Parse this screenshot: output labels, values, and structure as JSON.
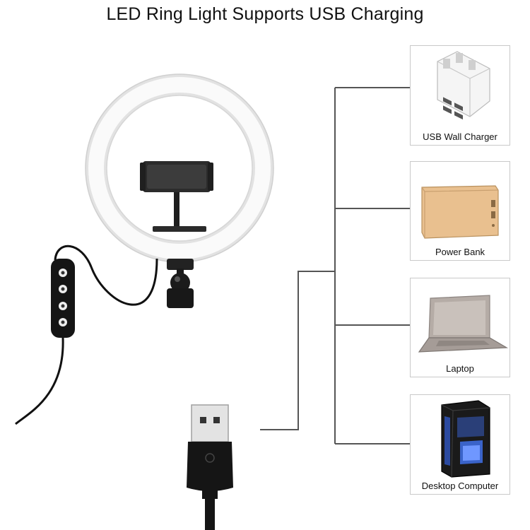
{
  "title": "LED Ring Light Supports USB Charging",
  "devices": [
    {
      "label": "USB Wall Charger",
      "icon": "usb-wall-charger-icon"
    },
    {
      "label": "Power Bank",
      "icon": "power-bank-icon"
    },
    {
      "label": "Laptop",
      "icon": "laptop-icon"
    },
    {
      "label": "Desktop Computer",
      "icon": "desktop-computer-icon"
    }
  ],
  "colors": {
    "connector_line": "#555555",
    "card_border": "#c9c9c9",
    "cable": "#111111",
    "power_bank": "#e9c08f"
  }
}
